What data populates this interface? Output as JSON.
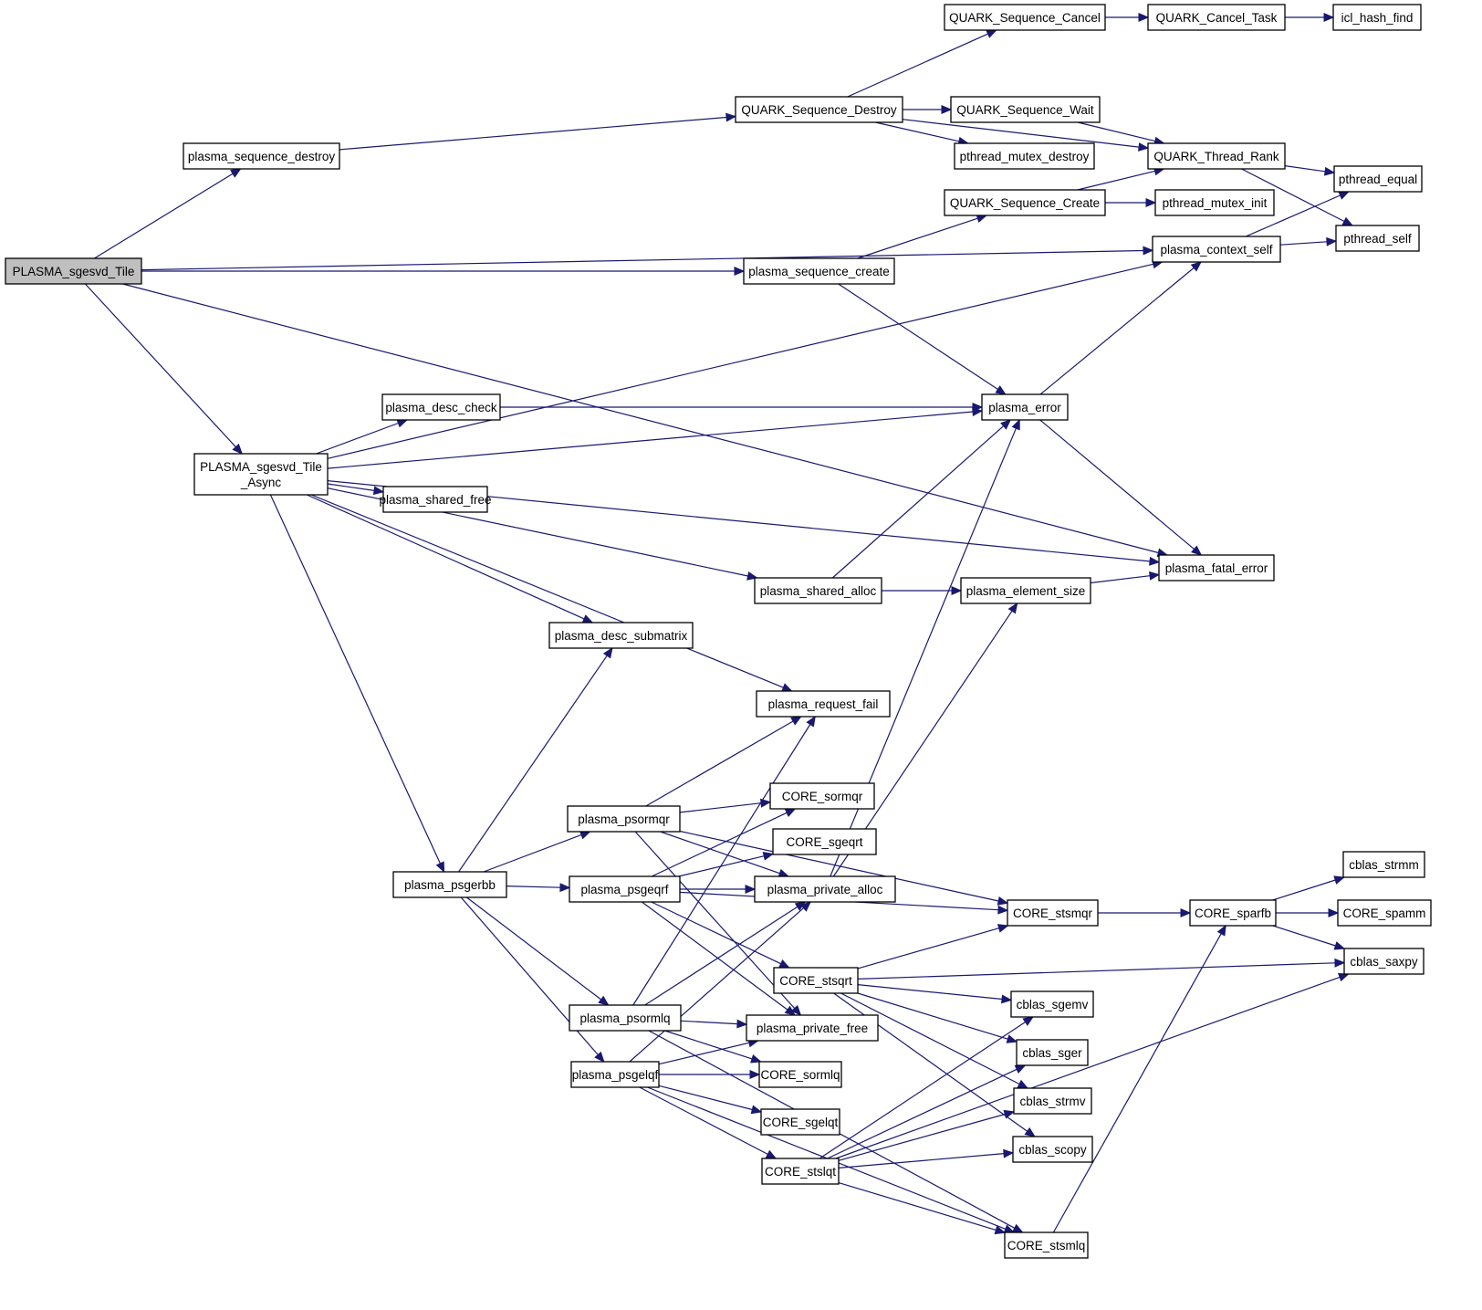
{
  "title": "Call graph of PLASMA_sgesvd_Tile",
  "root": "PLASMA_sgesvd_Tile",
  "colors": {
    "edge": "#191970",
    "root_fill": "#bfbfbf",
    "node_fill": "#ffffff",
    "border": "#000000"
  },
  "nodes": [
    {
      "id": "PLASMA_sgesvd_Tile",
      "lines": [
        "PLASMA_sgesvd_Tile"
      ],
      "root": true
    },
    {
      "id": "plasma_sequence_destroy",
      "lines": [
        "plasma_sequence_destroy"
      ]
    },
    {
      "id": "QUARK_Sequence_Destroy",
      "lines": [
        "QUARK_Sequence_Destroy"
      ]
    },
    {
      "id": "QUARK_Sequence_Cancel",
      "lines": [
        "QUARK_Sequence_Cancel"
      ]
    },
    {
      "id": "QUARK_Cancel_Task",
      "lines": [
        "QUARK_Cancel_Task"
      ]
    },
    {
      "id": "icl_hash_find",
      "lines": [
        "icl_hash_find"
      ]
    },
    {
      "id": "QUARK_Sequence_Wait",
      "lines": [
        "QUARK_Sequence_Wait"
      ]
    },
    {
      "id": "pthread_mutex_destroy",
      "lines": [
        "pthread_mutex_destroy"
      ]
    },
    {
      "id": "QUARK_Thread_Rank",
      "lines": [
        "QUARK_Thread_Rank"
      ]
    },
    {
      "id": "pthread_equal",
      "lines": [
        "pthread_equal"
      ]
    },
    {
      "id": "QUARK_Sequence_Create",
      "lines": [
        "QUARK_Sequence_Create"
      ]
    },
    {
      "id": "pthread_mutex_init",
      "lines": [
        "pthread_mutex_init"
      ]
    },
    {
      "id": "pthread_self",
      "lines": [
        "pthread_self"
      ]
    },
    {
      "id": "plasma_context_self",
      "lines": [
        "plasma_context_self"
      ]
    },
    {
      "id": "plasma_sequence_create",
      "lines": [
        "plasma_sequence_create"
      ]
    },
    {
      "id": "plasma_error",
      "lines": [
        "plasma_error"
      ]
    },
    {
      "id": "plasma_desc_check",
      "lines": [
        "plasma_desc_check"
      ]
    },
    {
      "id": "PLASMA_sgesvd_Tile_Async",
      "lines": [
        "PLASMA_sgesvd_Tile",
        "_Async"
      ]
    },
    {
      "id": "plasma_shared_free",
      "lines": [
        "plasma_shared_free"
      ]
    },
    {
      "id": "plasma_fatal_error",
      "lines": [
        "plasma_fatal_error"
      ]
    },
    {
      "id": "plasma_shared_alloc",
      "lines": [
        "plasma_shared_alloc"
      ]
    },
    {
      "id": "plasma_element_size",
      "lines": [
        "plasma_element_size"
      ]
    },
    {
      "id": "plasma_desc_submatrix",
      "lines": [
        "plasma_desc_submatrix"
      ]
    },
    {
      "id": "plasma_request_fail",
      "lines": [
        "plasma_request_fail"
      ]
    },
    {
      "id": "plasma_psormqr",
      "lines": [
        "plasma_psormqr"
      ]
    },
    {
      "id": "CORE_sormqr",
      "lines": [
        "CORE_sormqr"
      ]
    },
    {
      "id": "CORE_sgeqrt",
      "lines": [
        "CORE_sgeqrt"
      ]
    },
    {
      "id": "plasma_psgerbb",
      "lines": [
        "plasma_psgerbb"
      ]
    },
    {
      "id": "plasma_psgeqrf",
      "lines": [
        "plasma_psgeqrf"
      ]
    },
    {
      "id": "plasma_private_alloc",
      "lines": [
        "plasma_private_alloc"
      ]
    },
    {
      "id": "cblas_strmm",
      "lines": [
        "cblas_strmm"
      ]
    },
    {
      "id": "CORE_stsmqr",
      "lines": [
        "CORE_stsmqr"
      ]
    },
    {
      "id": "CORE_sparfb",
      "lines": [
        "CORE_sparfb"
      ]
    },
    {
      "id": "CORE_spamm",
      "lines": [
        "CORE_spamm"
      ]
    },
    {
      "id": "plasma_psormlq",
      "lines": [
        "plasma_psormlq"
      ]
    },
    {
      "id": "CORE_stsqrt",
      "lines": [
        "CORE_stsqrt"
      ]
    },
    {
      "id": "cblas_saxpy",
      "lines": [
        "cblas_saxpy"
      ]
    },
    {
      "id": "cblas_sgemv",
      "lines": [
        "cblas_sgemv"
      ]
    },
    {
      "id": "plasma_private_free",
      "lines": [
        "plasma_private_free"
      ]
    },
    {
      "id": "cblas_sger",
      "lines": [
        "cblas_sger"
      ]
    },
    {
      "id": "plasma_psgelqf",
      "lines": [
        "plasma_psgelqf"
      ]
    },
    {
      "id": "CORE_sormlq",
      "lines": [
        "CORE_sormlq"
      ]
    },
    {
      "id": "cblas_strmv",
      "lines": [
        "cblas_strmv"
      ]
    },
    {
      "id": "CORE_sgelqt",
      "lines": [
        "CORE_sgelqt"
      ]
    },
    {
      "id": "cblas_scopy",
      "lines": [
        "cblas_scopy"
      ]
    },
    {
      "id": "CORE_stslqt",
      "lines": [
        "CORE_stslqt"
      ]
    },
    {
      "id": "CORE_stsmlq",
      "lines": [
        "CORE_stsmlq"
      ]
    }
  ],
  "edges": [
    [
      "PLASMA_sgesvd_Tile",
      "plasma_sequence_destroy"
    ],
    [
      "PLASMA_sgesvd_Tile",
      "plasma_context_self"
    ],
    [
      "PLASMA_sgesvd_Tile",
      "plasma_sequence_create"
    ],
    [
      "PLASMA_sgesvd_Tile",
      "PLASMA_sgesvd_Tile_Async"
    ],
    [
      "PLASMA_sgesvd_Tile",
      "plasma_fatal_error"
    ],
    [
      "plasma_sequence_destroy",
      "QUARK_Sequence_Destroy"
    ],
    [
      "QUARK_Sequence_Destroy",
      "QUARK_Sequence_Cancel"
    ],
    [
      "QUARK_Sequence_Destroy",
      "QUARK_Thread_Rank"
    ],
    [
      "QUARK_Sequence_Destroy",
      "QUARK_Sequence_Wait"
    ],
    [
      "QUARK_Sequence_Destroy",
      "pthread_mutex_destroy"
    ],
    [
      "QUARK_Sequence_Cancel",
      "QUARK_Cancel_Task"
    ],
    [
      "QUARK_Cancel_Task",
      "icl_hash_find"
    ],
    [
      "QUARK_Sequence_Wait",
      "QUARK_Thread_Rank"
    ],
    [
      "QUARK_Thread_Rank",
      "pthread_equal"
    ],
    [
      "QUARK_Thread_Rank",
      "pthread_self"
    ],
    [
      "QUARK_Sequence_Create",
      "QUARK_Thread_Rank"
    ],
    [
      "QUARK_Sequence_Create",
      "pthread_mutex_init"
    ],
    [
      "plasma_context_self",
      "pthread_equal"
    ],
    [
      "plasma_context_self",
      "pthread_self"
    ],
    [
      "plasma_sequence_create",
      "QUARK_Sequence_Create"
    ],
    [
      "plasma_sequence_create",
      "plasma_error"
    ],
    [
      "plasma_error",
      "plasma_context_self"
    ],
    [
      "plasma_error",
      "plasma_fatal_error"
    ],
    [
      "plasma_desc_check",
      "plasma_error"
    ],
    [
      "PLASMA_sgesvd_Tile_Async",
      "plasma_context_self"
    ],
    [
      "PLASMA_sgesvd_Tile_Async",
      "plasma_error"
    ],
    [
      "PLASMA_sgesvd_Tile_Async",
      "plasma_desc_check"
    ],
    [
      "PLASMA_sgesvd_Tile_Async",
      "plasma_shared_free"
    ],
    [
      "PLASMA_sgesvd_Tile_Async",
      "plasma_desc_submatrix"
    ],
    [
      "PLASMA_sgesvd_Tile_Async",
      "plasma_fatal_error"
    ],
    [
      "PLASMA_sgesvd_Tile_Async",
      "plasma_shared_alloc"
    ],
    [
      "PLASMA_sgesvd_Tile_Async",
      "plasma_request_fail"
    ],
    [
      "PLASMA_sgesvd_Tile_Async",
      "plasma_psgerbb"
    ],
    [
      "plasma_shared_alloc",
      "plasma_error"
    ],
    [
      "plasma_shared_alloc",
      "plasma_element_size"
    ],
    [
      "plasma_element_size",
      "plasma_fatal_error"
    ],
    [
      "plasma_psgerbb",
      "plasma_desc_submatrix"
    ],
    [
      "plasma_psgerbb",
      "plasma_psormqr"
    ],
    [
      "plasma_psgerbb",
      "plasma_psgeqrf"
    ],
    [
      "plasma_psgerbb",
      "plasma_psormlq"
    ],
    [
      "plasma_psgerbb",
      "plasma_psgelqf"
    ],
    [
      "plasma_psormqr",
      "plasma_request_fail"
    ],
    [
      "plasma_psormqr",
      "CORE_sormqr"
    ],
    [
      "plasma_psormqr",
      "CORE_stsmqr"
    ],
    [
      "plasma_psormqr",
      "plasma_private_alloc"
    ],
    [
      "plasma_psormqr",
      "plasma_private_free"
    ],
    [
      "plasma_psgeqrf",
      "CORE_sormqr"
    ],
    [
      "plasma_psgeqrf",
      "CORE_sgeqrt"
    ],
    [
      "plasma_psgeqrf",
      "plasma_private_alloc"
    ],
    [
      "plasma_psgeqrf",
      "CORE_stsmqr"
    ],
    [
      "plasma_psgeqrf",
      "CORE_stsqrt"
    ],
    [
      "plasma_psgeqrf",
      "plasma_private_free"
    ],
    [
      "plasma_psormlq",
      "plasma_request_fail"
    ],
    [
      "plasma_psormlq",
      "plasma_private_alloc"
    ],
    [
      "plasma_psormlq",
      "plasma_private_free"
    ],
    [
      "plasma_psormlq",
      "CORE_sormlq"
    ],
    [
      "plasma_psormlq",
      "CORE_stsmlq"
    ],
    [
      "plasma_psgelqf",
      "plasma_private_alloc"
    ],
    [
      "plasma_psgelqf",
      "plasma_private_free"
    ],
    [
      "plasma_psgelqf",
      "CORE_sormlq"
    ],
    [
      "plasma_psgelqf",
      "CORE_sgelqt"
    ],
    [
      "plasma_psgelqf",
      "CORE_stslqt"
    ],
    [
      "plasma_psgelqf",
      "CORE_stsmlq"
    ],
    [
      "plasma_private_alloc",
      "plasma_error"
    ],
    [
      "plasma_private_alloc",
      "plasma_element_size"
    ],
    [
      "CORE_stsmqr",
      "CORE_sparfb"
    ],
    [
      "CORE_sparfb",
      "cblas_strmm"
    ],
    [
      "CORE_sparfb",
      "CORE_spamm"
    ],
    [
      "CORE_sparfb",
      "cblas_saxpy"
    ],
    [
      "CORE_stsqrt",
      "CORE_stsmqr"
    ],
    [
      "CORE_stsqrt",
      "cblas_saxpy"
    ],
    [
      "CORE_stsqrt",
      "cblas_sgemv"
    ],
    [
      "CORE_stsqrt",
      "cblas_sger"
    ],
    [
      "CORE_stsqrt",
      "cblas_strmv"
    ],
    [
      "CORE_stsqrt",
      "cblas_scopy"
    ],
    [
      "CORE_stslqt",
      "cblas_sgemv"
    ],
    [
      "CORE_stslqt",
      "cblas_sger"
    ],
    [
      "CORE_stslqt",
      "cblas_strmv"
    ],
    [
      "CORE_stslqt",
      "cblas_scopy"
    ],
    [
      "CORE_stslqt",
      "cblas_saxpy"
    ],
    [
      "CORE_stslqt",
      "CORE_stsmlq"
    ],
    [
      "CORE_stsmlq",
      "CORE_sparfb"
    ]
  ]
}
